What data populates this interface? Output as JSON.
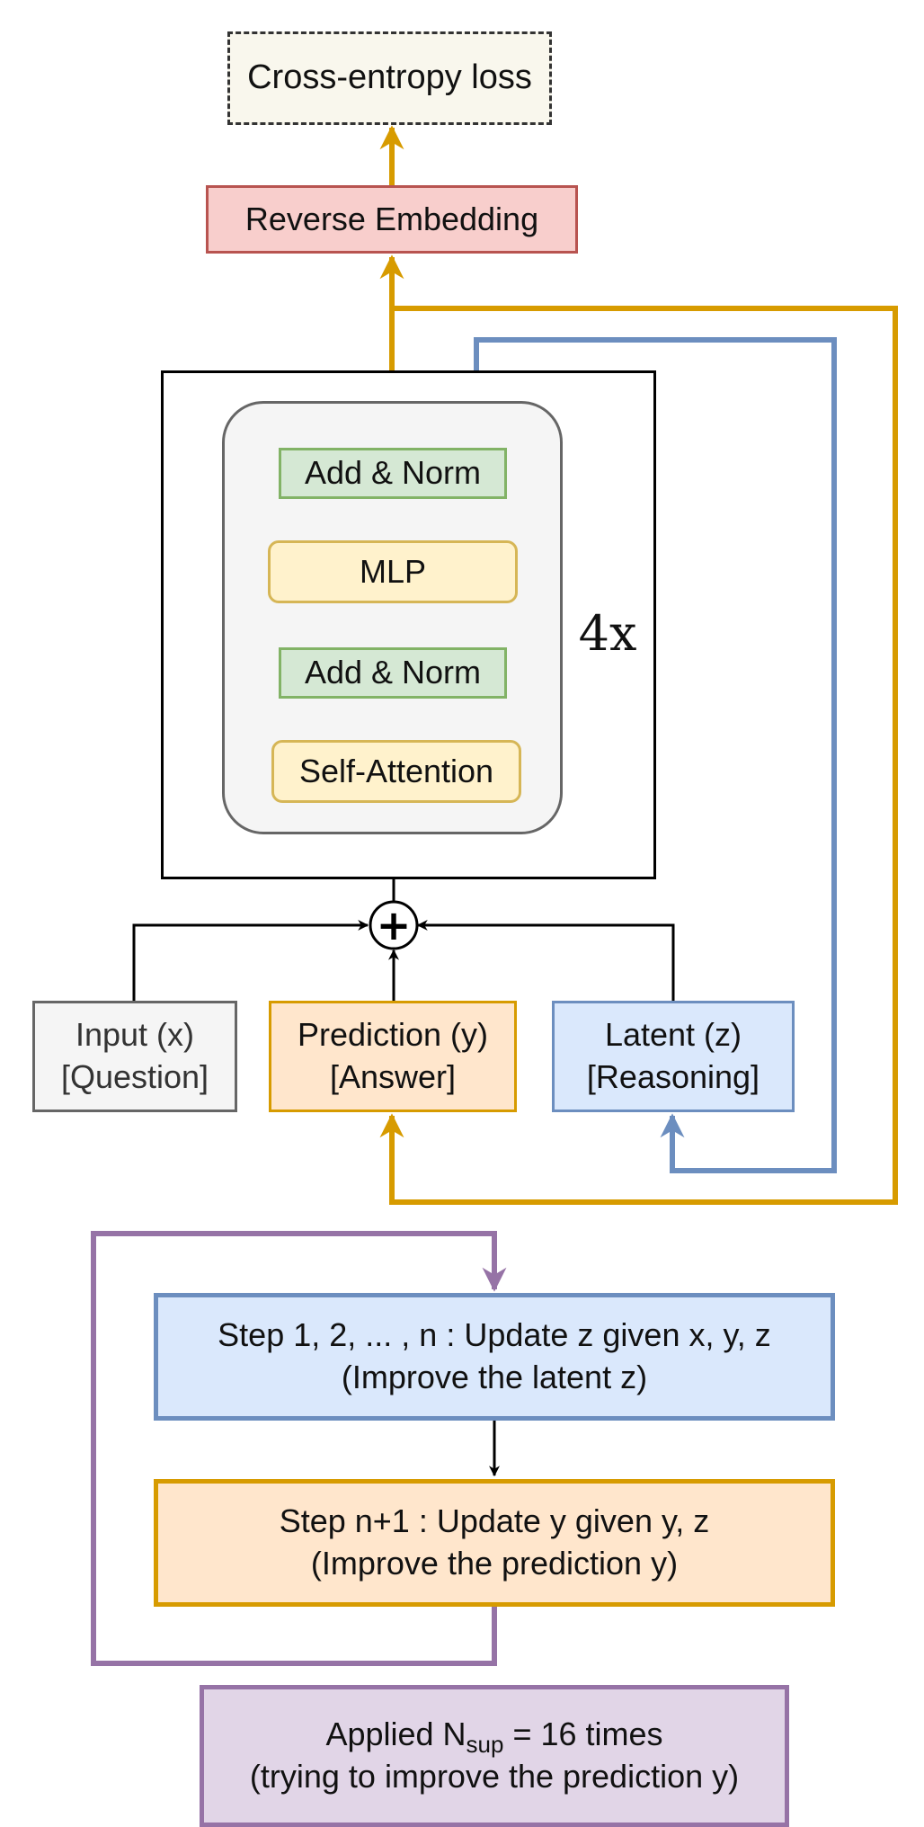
{
  "loss": {
    "label": "Cross-entropy loss"
  },
  "reverse_embedding": {
    "label": "Reverse Embedding"
  },
  "block": {
    "layers": [
      "Add & Norm",
      "MLP",
      "Add & Norm",
      "Self-Attention"
    ],
    "repeat": "4x",
    "sum_symbol": "+"
  },
  "inputs": {
    "input": {
      "line1": "Input (x)",
      "line2": "[Question]"
    },
    "prediction": {
      "line1": "Prediction (y)",
      "line2": "[Answer]"
    },
    "latent": {
      "line1": "Latent (z)",
      "line2": "[Reasoning]"
    }
  },
  "loop": {
    "step1": {
      "line1": "Step 1, 2, ... , n : Update z given x, y, z",
      "line2": "(Improve the latent z)"
    },
    "step2": {
      "line1": "Step n+1 : Update y given y, z",
      "line2": "(Improve the prediction y)"
    },
    "applied": {
      "prefix": "Applied N",
      "subscript": "sup",
      "suffix": " = 16 times",
      "line2": "(trying to improve the prediction y)"
    }
  },
  "colors": {
    "gold": "#d79b00",
    "blue": "#6c8ebf",
    "purple": "#9673a6",
    "black": "#000000"
  }
}
